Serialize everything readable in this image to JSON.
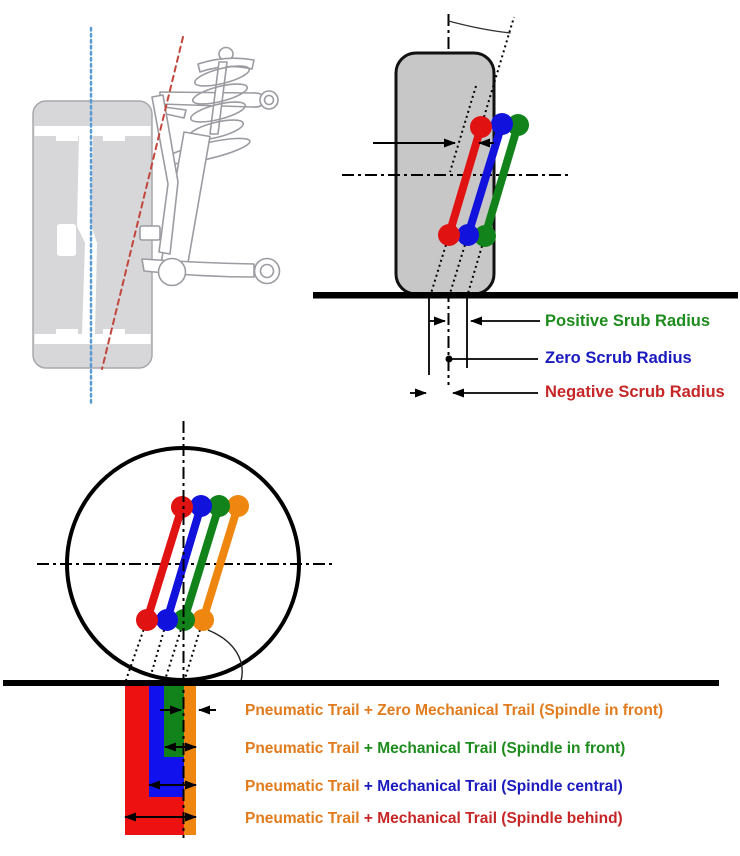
{
  "colors": {
    "axis_red": "#e11212",
    "axis_blue": "#1212dd",
    "axis_green": "#11831a",
    "axis_orange": "#ef860f",
    "bar_red": "#ee1111",
    "bar_blue": "#1111ee",
    "bar_green": "#11831a",
    "bar_orange": "#ef860f",
    "tire_fill": "#c7c7c7",
    "tire_stroke": "#111111",
    "ground": "#000000",
    "left_art_gray": "#d7d7d9",
    "left_art_stroke": "#9b9ba1",
    "camber_line_blue": "#5b9bd5",
    "kingpin_line_red": "#c2463c"
  },
  "scrub_diagram": {
    "labels": [
      {
        "text": "Positive Srub Radius",
        "color": "#1d8c1d"
      },
      {
        "text": "Zero Scrub Radius",
        "color": "#1a1abe"
      },
      {
        "text": "Negative Scrub Radius",
        "color": "#c62626"
      }
    ]
  },
  "trail_diagram": {
    "labels": [
      {
        "part1": "Pneumatic Trail ",
        "part2": "+ Zero Mechanical Trail (Spindle in front)",
        "part1_color": "#e07b1e",
        "part2_color": "#e07b1e"
      },
      {
        "part1": "Pneumatic Trail ",
        "part2": "+ Mechanical Trail (Spindle in front)",
        "part1_color": "#e07b1e",
        "part2_color": "#1d8c1d"
      },
      {
        "part1": "Pneumatic Trail ",
        "part2": "+ Mechanical Trail (Spindle central)",
        "part1_color": "#e07b1e",
        "part2_color": "#1a1abe"
      },
      {
        "part1": "Pneumatic Trail ",
        "part2": "+ Mechanical Trail (Spindle behind)",
        "part1_color": "#e07b1e",
        "part2_color": "#c62626"
      }
    ]
  }
}
